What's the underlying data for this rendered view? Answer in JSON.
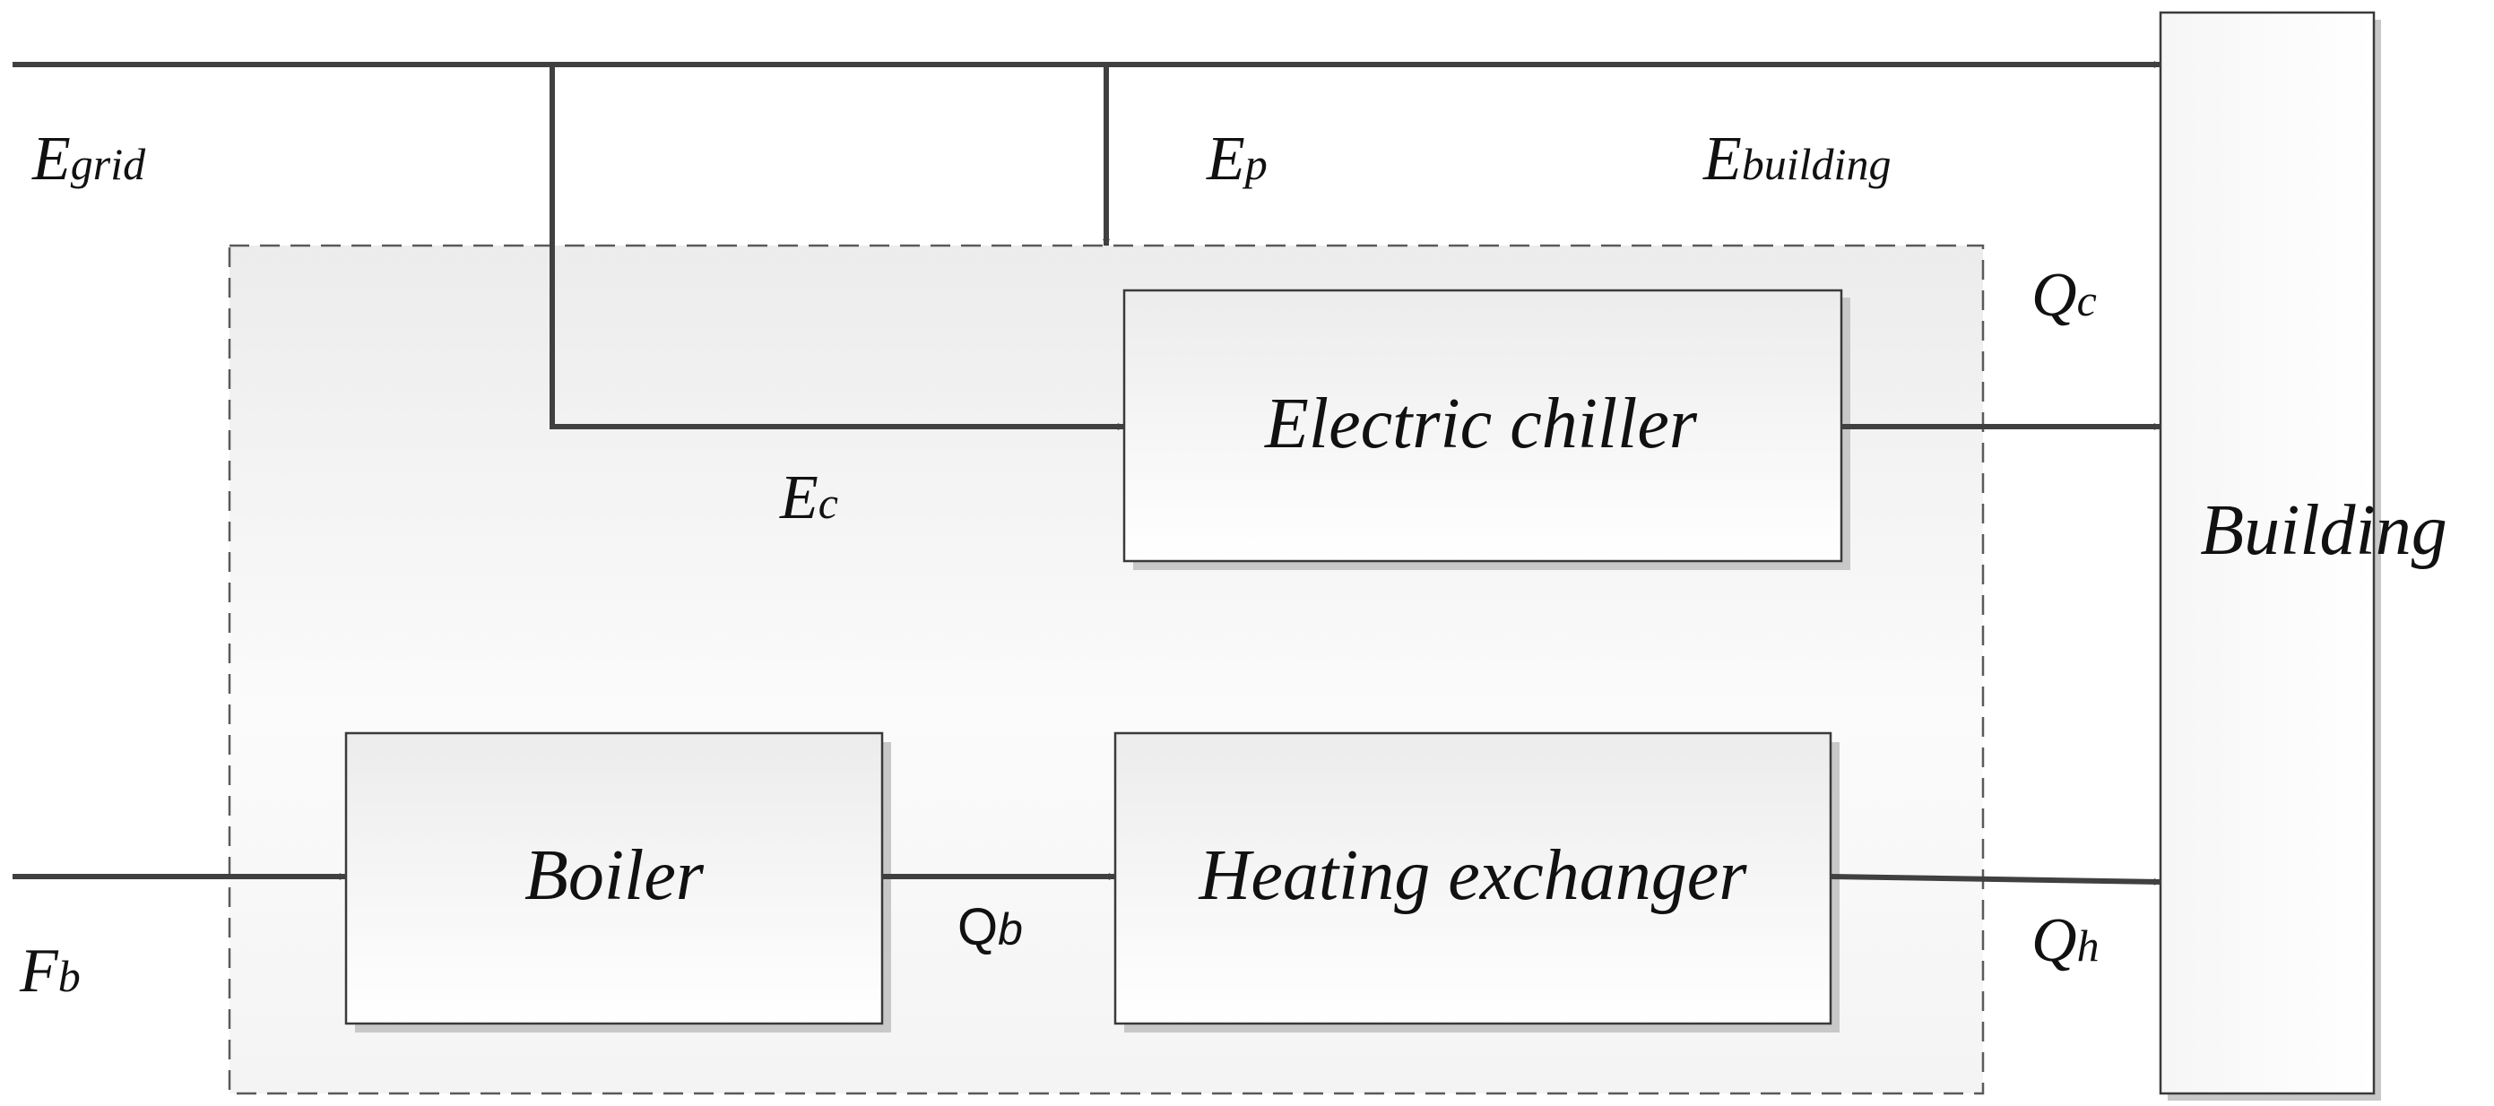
{
  "blocks": {
    "electric_chiller": "Electric chiller",
    "boiler": "Boiler",
    "heating_exchanger": "Heating exchanger",
    "building": "Building"
  },
  "labels": {
    "e_grid": {
      "main": "E",
      "sub": "grid"
    },
    "e_p": {
      "main": "E",
      "sub": "p"
    },
    "e_building": {
      "main": "E",
      "sub": "building"
    },
    "e_c": {
      "main": "E",
      "sub": "c"
    },
    "q_c": {
      "main": "Q",
      "sub": "c"
    },
    "q_h": {
      "main": "Q",
      "sub": "h"
    },
    "q_b": {
      "main": "Q",
      "sub": "b"
    },
    "f_b": {
      "main": "F",
      "sub": "b"
    }
  },
  "colors": {
    "line": "#404040",
    "block_border": "#3a3a3a",
    "background": "#ffffff"
  }
}
